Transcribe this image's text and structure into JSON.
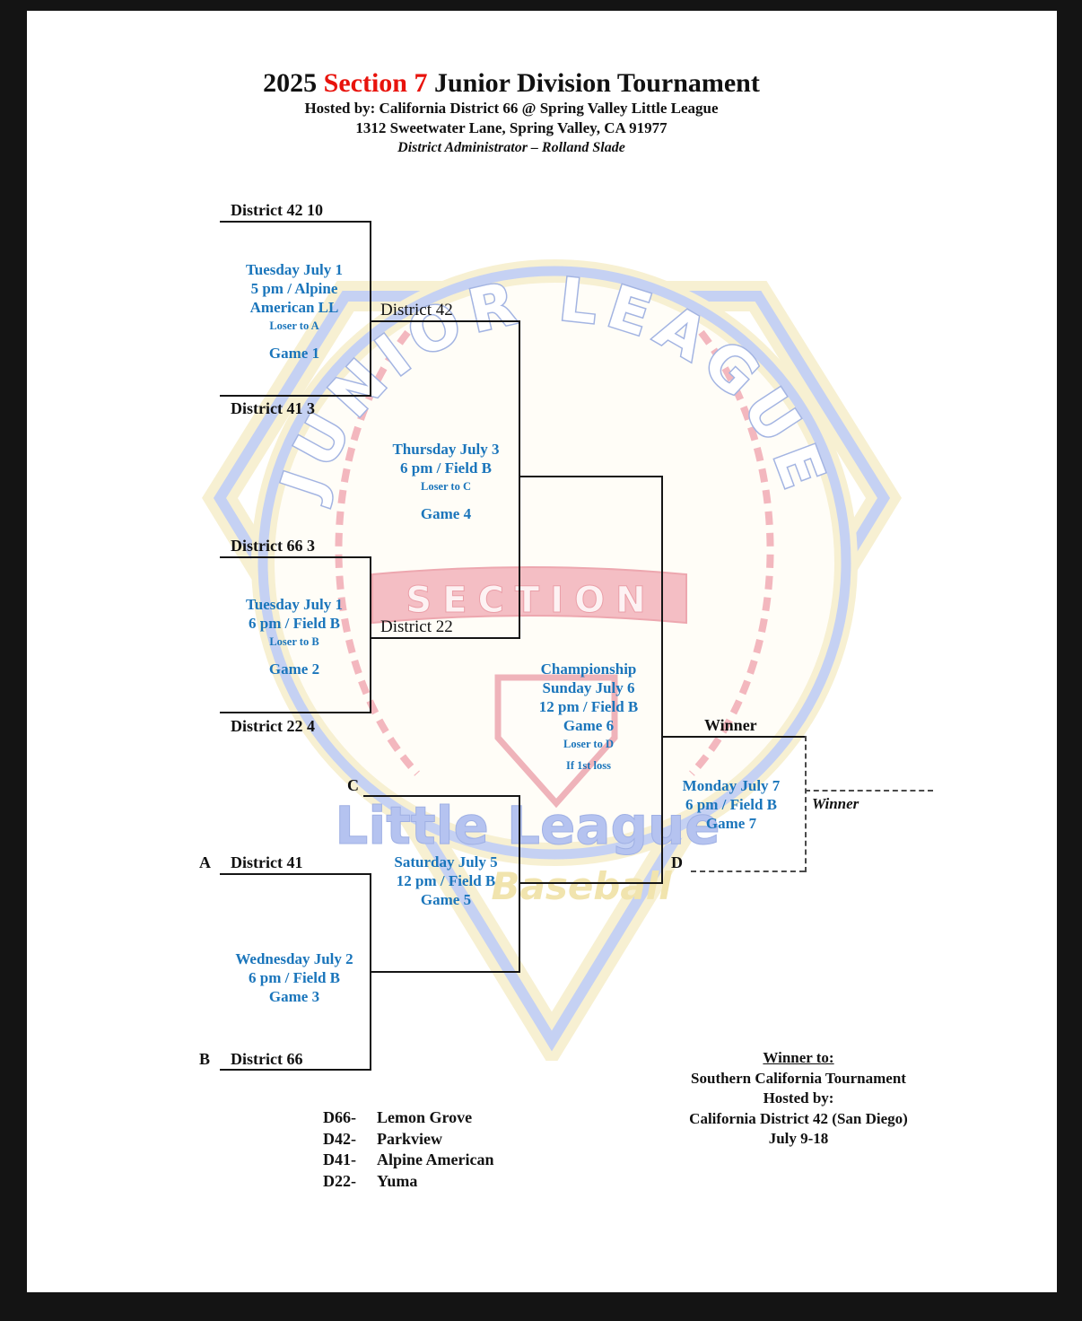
{
  "header": {
    "title_year": "2025",
    "title_section": "Section 7",
    "title_rest": "Junior Division Tournament",
    "hosted": "Hosted by: California District 66 @ Spring Valley Little League",
    "address": "1312 Sweetwater Lane, Spring Valley, CA 91977",
    "administrator": "District Administrator – Rolland Slade"
  },
  "bracket": {
    "slots": {
      "seed_d42": "District 42 10",
      "seed_d41": "District 41 3",
      "seed_d66": "District 66 3",
      "seed_d22": "District 22 4",
      "winner_g1": "District 42",
      "winner_g2": "District 22",
      "label_a": "A",
      "team_a": "District 41",
      "label_b": "B",
      "team_b": "District 66",
      "label_c": "C",
      "label_d": "D",
      "champ_winner": "Winner",
      "game7_winner": "Winner"
    },
    "games": {
      "game1": {
        "when": "Tuesday July 1",
        "where": "5 pm / Alpine American LL",
        "loser": "Loser to A",
        "label": "Game 1"
      },
      "game2": {
        "when": "Tuesday July 1",
        "where": "6 pm / Field B",
        "loser": "Loser to B",
        "label": "Game 2"
      },
      "game3": {
        "when": "Wednesday July 2",
        "where": "6 pm / Field B",
        "label": "Game 3"
      },
      "game4": {
        "when": "Thursday July 3",
        "where": "6 pm / Field B",
        "loser": "Loser to C",
        "label": "Game 4"
      },
      "game5": {
        "when": "Saturday July 5",
        "where": "12 pm / Field B",
        "label": "Game 5"
      },
      "game6": {
        "title": "Championship",
        "when": "Sunday July 6",
        "where": "12 pm / Field B",
        "label": "Game 6",
        "loser": "Loser to D",
        "note": "If 1st loss"
      },
      "game7": {
        "when": "Monday July 7",
        "where": "6 pm / Field B",
        "label": "Game 7"
      }
    }
  },
  "legend": {
    "items": [
      {
        "code": "D66-",
        "team": "Lemon Grove"
      },
      {
        "code": "D42-",
        "team": "Parkview"
      },
      {
        "code": "D41-",
        "team": "Alpine American"
      },
      {
        "code": "D22-",
        "team": "Yuma"
      }
    ]
  },
  "advance": {
    "title": "Winner to:",
    "line1": "Southern California Tournament",
    "line2": "Hosted by:",
    "line3": "California District 42 (San Diego)",
    "line4": "July 9-18"
  },
  "watermark": {
    "arc_text": "JUNIOR LEAGUE",
    "banner": "SECTION",
    "brand_top": "Little League",
    "brand_bottom": "Baseball"
  },
  "colors": {
    "accent_red": "#e8130c",
    "game_blue": "#1a75bb"
  }
}
